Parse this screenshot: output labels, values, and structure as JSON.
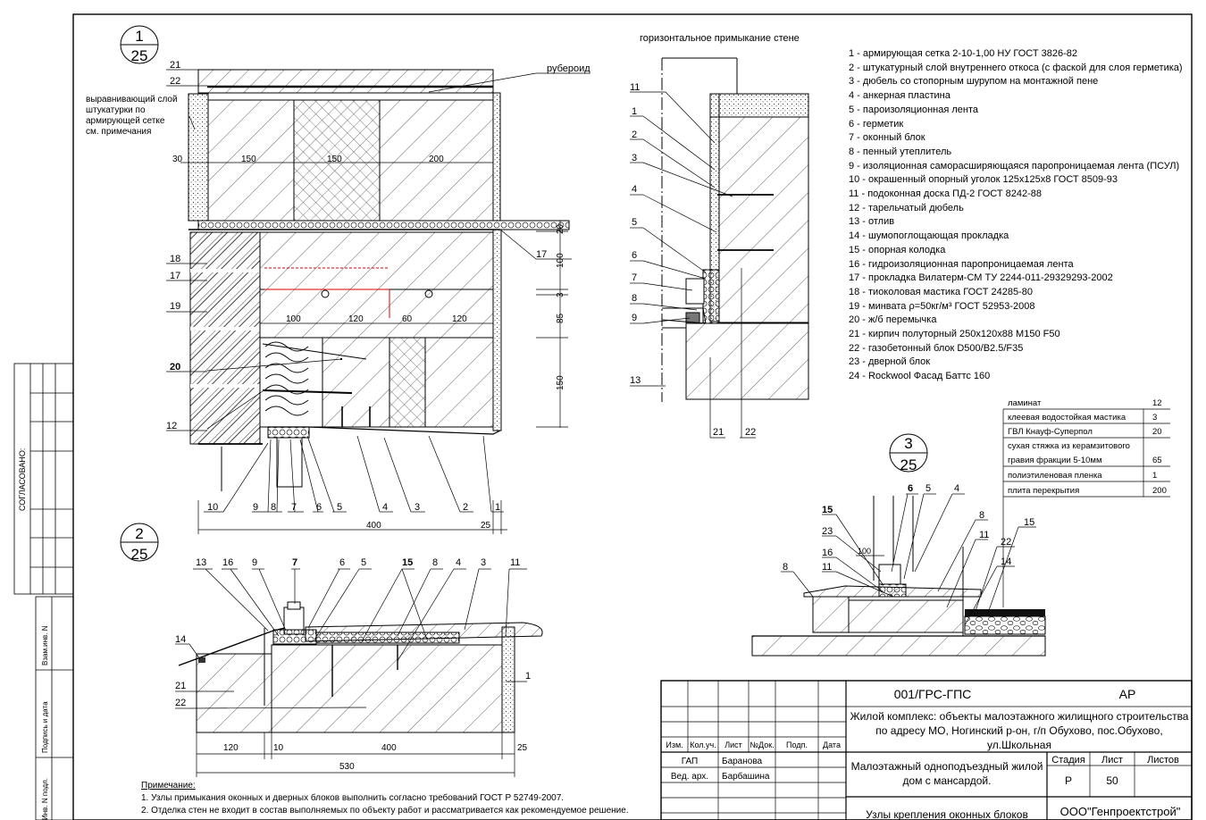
{
  "details": {
    "d1": {
      "num": "1",
      "sheet": "25"
    },
    "d2": {
      "num": "2",
      "sheet": "25"
    },
    "d3": {
      "num": "3",
      "sheet": "25"
    },
    "horizontal_title": "горизонтальное примыкание  стене"
  },
  "callouts": {
    "ruberoid": "рубероид",
    "plaster_note": [
      "выравнивающий слой",
      "штукатурки по",
      "армирующей сетке",
      "см. примечания"
    ]
  },
  "dims": {
    "d1_top": [
      "30",
      "150",
      "150",
      "200"
    ],
    "d1_mid": [
      "100",
      "120",
      "60",
      "120"
    ],
    "d1_vert": [
      "20",
      "100",
      "3",
      "85",
      "150"
    ],
    "d1_bottom": [
      "400",
      "25"
    ],
    "d2_bottom": [
      "120",
      "10",
      "400",
      "25",
      "530"
    ],
    "d3": [
      "100"
    ]
  },
  "marks": {
    "d1_left": [
      "21",
      "22",
      "18",
      "17",
      "19",
      "20",
      "12"
    ],
    "d1_right": [
      "17"
    ],
    "d1_bottom": [
      "10",
      "9",
      "8",
      "7",
      "6",
      "5",
      "4",
      "3",
      "2",
      "1"
    ],
    "horiz_left": [
      "11",
      "1",
      "2",
      "3",
      "4",
      "5",
      "6",
      "7",
      "8",
      "9",
      "13"
    ],
    "horiz_bottom": [
      "21",
      "22"
    ],
    "d2_top": [
      "13",
      "16",
      "9",
      "7",
      "6",
      "5",
      "15",
      "8",
      "4",
      "3",
      "11"
    ],
    "d2_left": [
      "14",
      "21",
      "22"
    ],
    "d2_right": [
      "1"
    ],
    "d3_marks": [
      "15",
      "6",
      "5",
      "4",
      "23",
      "16",
      "11",
      "8",
      "8",
      "11",
      "15",
      "22",
      "14"
    ]
  },
  "legend": [
    "1 - армирующая сетка 2-10-1,00 НУ ГОСТ 3826-82",
    "2 - штукатурный слой внутреннего откоса (с фаской для слоя герметика)",
    "3 - дюбель со стопорным шурупом на монтажной пене",
    "4 - анкерная пластина",
    "5 - пароизоляционная лента",
    "6 - герметик",
    "7 - оконный блок",
    "8 - пенный утеплитель",
    "9 - изоляционная саморасширяющаяся паропроницаемая лента (ПСУЛ)",
    "10 - окрашенный опорный уголок 125х125х8 ГОСТ 8509-93",
    "11 - подоконная доска ПД-2 ГОСТ 8242-88",
    "12 - тарельчатый дюбель",
    "13 - отлив",
    "14 - шумопоглощающая прокладка",
    "15 - опорная колодка",
    "16 - гидроизоляционная паропроницаемая лента",
    "17 - прокладка Вилатерм-СМ ТУ 2244-011-29329293-2002",
    "18 - тиоколовая мастика ГОСТ 24285-80",
    "19 - минвата ρ=50кг/м³ ГОСТ 52953-2008",
    "20 - ж/б перемычка",
    "21 - кирпич полуторный 250х120х88 М150 F50",
    "22 - газобетонный блок D500/B2.5/F35",
    "23 - дверной блок",
    "24 - Rockwool Фасад Баттс 160"
  ],
  "layers": [
    {
      "name": "ламинат",
      "value": "12"
    },
    {
      "name": "клеевая водостойкая мастика",
      "value": "3"
    },
    {
      "name": "ГВЛ Кнауф-Суперпол",
      "value": "20"
    },
    {
      "name": "сухая стяжка из керамзитового",
      "value": ""
    },
    {
      "name": "гравия фракции 5-10мм",
      "value": "65"
    },
    {
      "name": "полиэтиленовая пленка",
      "value": "1"
    },
    {
      "name": "плита перекрытия",
      "value": "200"
    }
  ],
  "side_stamp": {
    "agreed": "СОГЛАСОВАНО:",
    "inv": "Взам.инв. N",
    "sign": "Подпись и дата",
    "inv_orig": "Инв. N подл."
  },
  "title_block": {
    "code": "001/ГРС-ГПС",
    "stage_code": "АР",
    "project": [
      "Жилой комплекс: объекты малоэтажного жилищного строительства",
      "по адресу МО, Ногинский р-он, г/п Обухово, пос.Обухово,",
      "ул.Школьная"
    ],
    "object": [
      "Малоэтажный одноподъездный жилой",
      "дом с мансардой."
    ],
    "headers": [
      "Изм.",
      "Кол.уч.",
      "Лист",
      "№Док.",
      "Подп.",
      "Дата"
    ],
    "people": [
      {
        "role": "ГАП",
        "name": "Баранова"
      },
      {
        "role": "Вед. арх.",
        "name": "Барбашина"
      }
    ],
    "stage_headers": [
      "Стадия",
      "Лист",
      "Листов"
    ],
    "stage": "Р",
    "sheet": "50",
    "sheets": "",
    "sheet_title": "Узлы крепления оконных блоков",
    "company": "ООО\"Генпроектстрой\""
  },
  "notes": {
    "heading": "Примечание:",
    "items": [
      "1. Узлы примыкания оконных и дверных блоков выполнить согласно требований ГОСТ Р 52749-2007.",
      "2. Отделка стен не входит в состав выполняемых по объекту работ и рассматривается как рекомендуемое решение."
    ]
  }
}
